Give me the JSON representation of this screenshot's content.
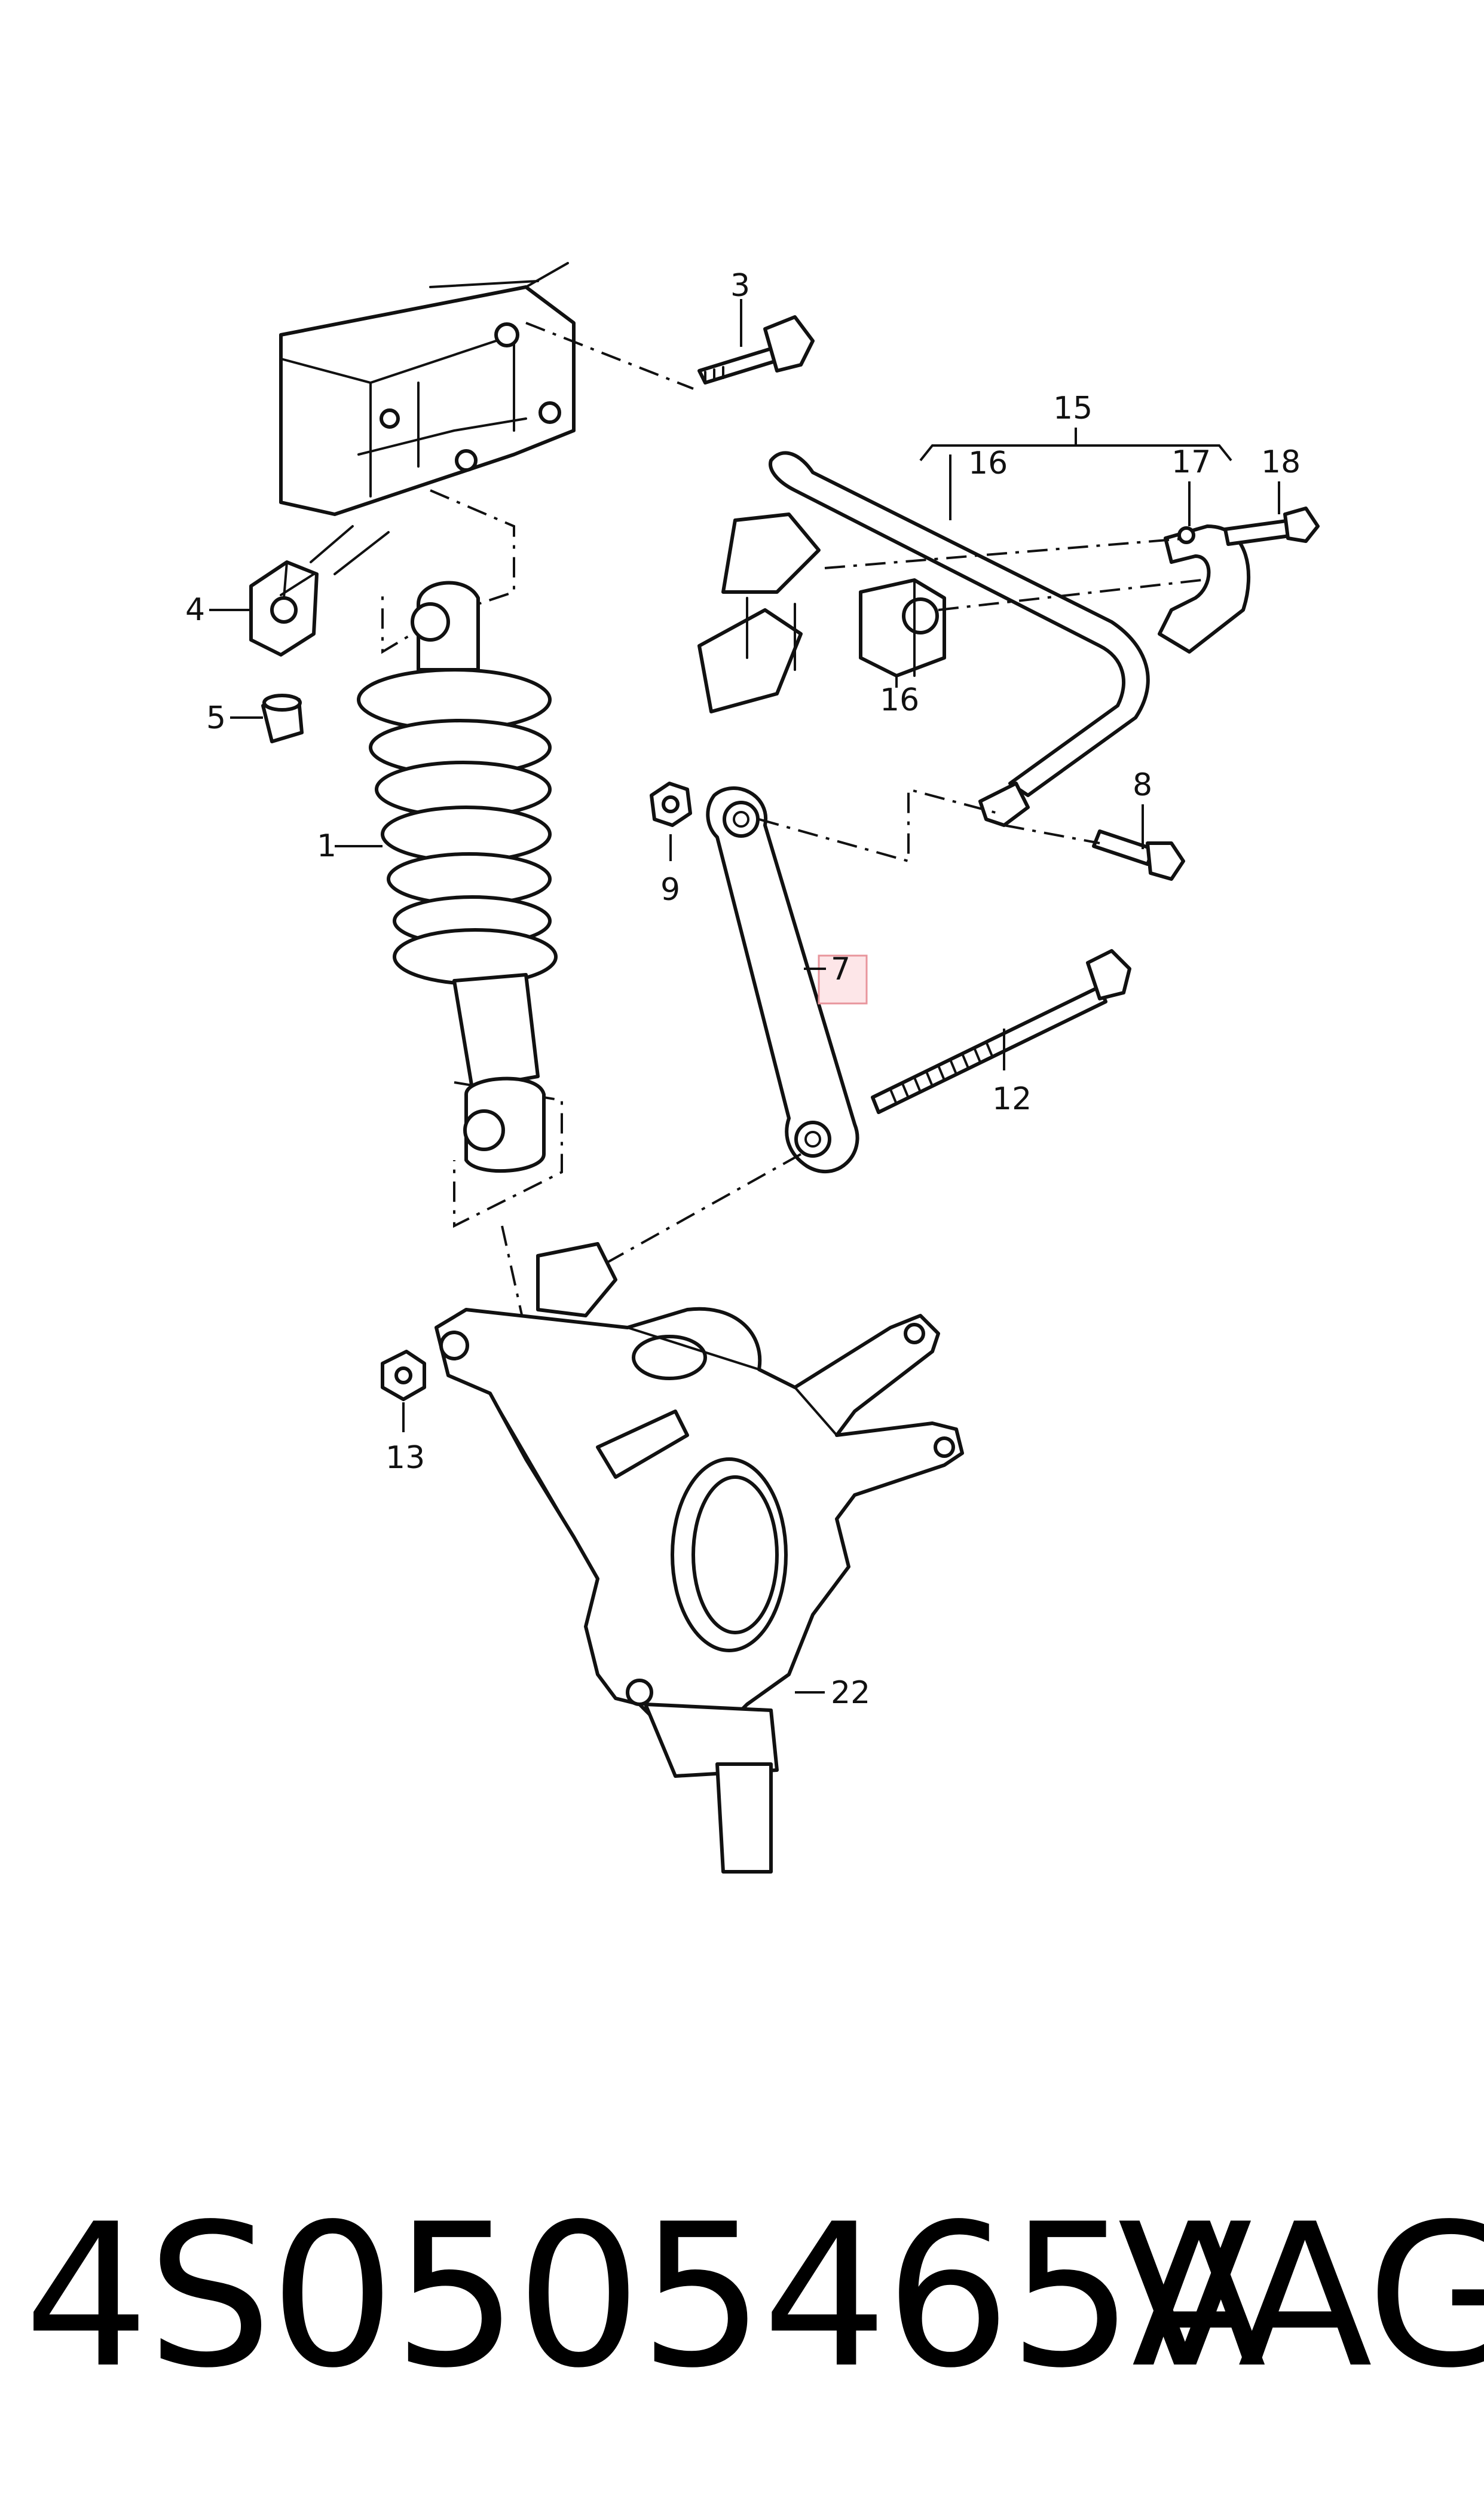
{
  "diagram": {
    "callouts": {
      "c1": "1",
      "c3": "3",
      "c4": "4",
      "c5": "5",
      "c7": "7",
      "c8": "8",
      "c9": "9",
      "c12": "12",
      "c13": "13",
      "c15": "15",
      "c16a": "16",
      "c16b": "16",
      "c17": "17",
      "c18": "18",
      "c22": "22"
    },
    "highlighted_callout": "7",
    "highlight_color": "#e8959c"
  },
  "footer": {
    "part_number": "4S0505465A",
    "brand": "VAG"
  }
}
